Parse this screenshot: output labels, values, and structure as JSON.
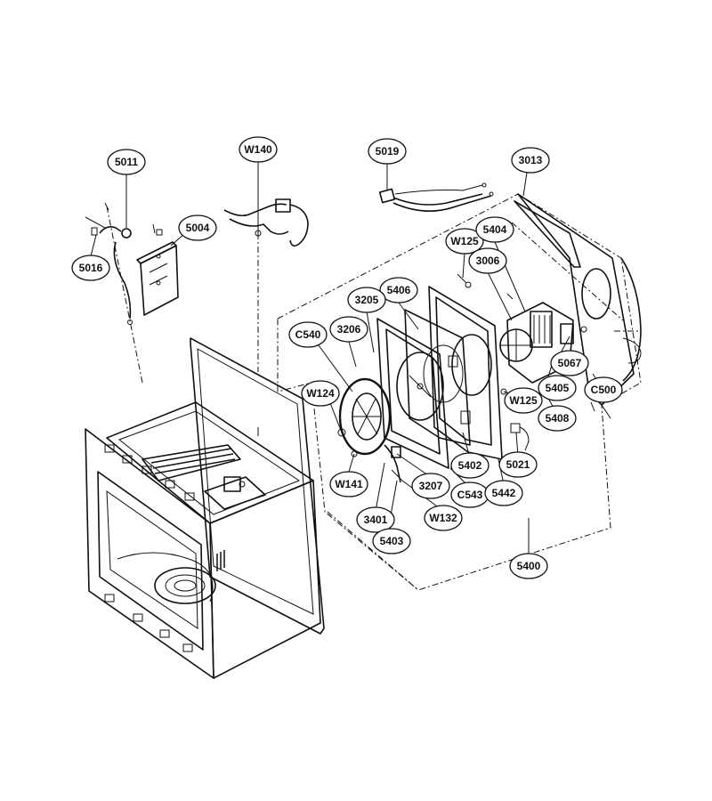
{
  "callouts": [
    {
      "id": "c-5011",
      "label": "5011"
    },
    {
      "id": "c-5016",
      "label": "5016"
    },
    {
      "id": "c-5004",
      "label": "5004"
    },
    {
      "id": "c-w140",
      "label": "W140"
    },
    {
      "id": "c-5019",
      "label": "5019"
    },
    {
      "id": "c-3013",
      "label": "3013"
    },
    {
      "id": "c-w125a",
      "label": "W125"
    },
    {
      "id": "c-5404",
      "label": "5404"
    },
    {
      "id": "c-3006",
      "label": "3006"
    },
    {
      "id": "c-5406",
      "label": "5406"
    },
    {
      "id": "c-3205",
      "label": "3205"
    },
    {
      "id": "c-3206",
      "label": "3206"
    },
    {
      "id": "c-c540",
      "label": "C540"
    },
    {
      "id": "c-w124",
      "label": "W124"
    },
    {
      "id": "c-5067",
      "label": "5067"
    },
    {
      "id": "c-5405",
      "label": "5405"
    },
    {
      "id": "c-c500",
      "label": "C500"
    },
    {
      "id": "c-w125b",
      "label": "W125"
    },
    {
      "id": "c-5408",
      "label": "5408"
    },
    {
      "id": "c-5402",
      "label": "5402"
    },
    {
      "id": "c-5021",
      "label": "5021"
    },
    {
      "id": "c-w141",
      "label": "W141"
    },
    {
      "id": "c-3207",
      "label": "3207"
    },
    {
      "id": "c-c543",
      "label": "C543"
    },
    {
      "id": "c-5442",
      "label": "5442"
    },
    {
      "id": "c-3401",
      "label": "3401"
    },
    {
      "id": "c-w132",
      "label": "W132"
    },
    {
      "id": "c-5403",
      "label": "5403"
    },
    {
      "id": "c-5400",
      "label": "5400"
    }
  ]
}
